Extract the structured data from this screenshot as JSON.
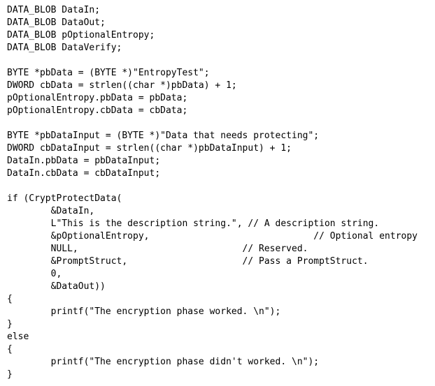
{
  "code": {
    "lines": [
      "DATA_BLOB DataIn;",
      "DATA_BLOB DataOut;",
      "DATA_BLOB pOptionalEntropy;",
      "DATA_BLOB DataVerify;",
      "",
      "BYTE *pbData = (BYTE *)\"EntropyTest\";",
      "DWORD cbData = strlen((char *)pbData) + 1;",
      "pOptionalEntropy.pbData = pbData;",
      "pOptionalEntropy.cbData = cbData;",
      "",
      "BYTE *pbDataInput = (BYTE *)\"Data that needs protecting\";",
      "DWORD cbDataInput = strlen((char *)pbDataInput) + 1;",
      "DataIn.pbData = pbDataInput;",
      "DataIn.cbData = cbDataInput;",
      "",
      "if (CryptProtectData(",
      "        &DataIn,",
      "        L\"This is the description string.\", // A description string.",
      "        &pOptionalEntropy,                              // Optional entropy",
      "        NULL,                              // Reserved.",
      "        &PromptStruct,                     // Pass a PromptStruct.",
      "        0,",
      "        &DataOut))",
      "{",
      "        printf(\"The encryption phase worked. \\n\");",
      "}",
      "else",
      "{",
      "        printf(\"The encryption phase didn't worked. \\n\");",
      "}"
    ]
  }
}
